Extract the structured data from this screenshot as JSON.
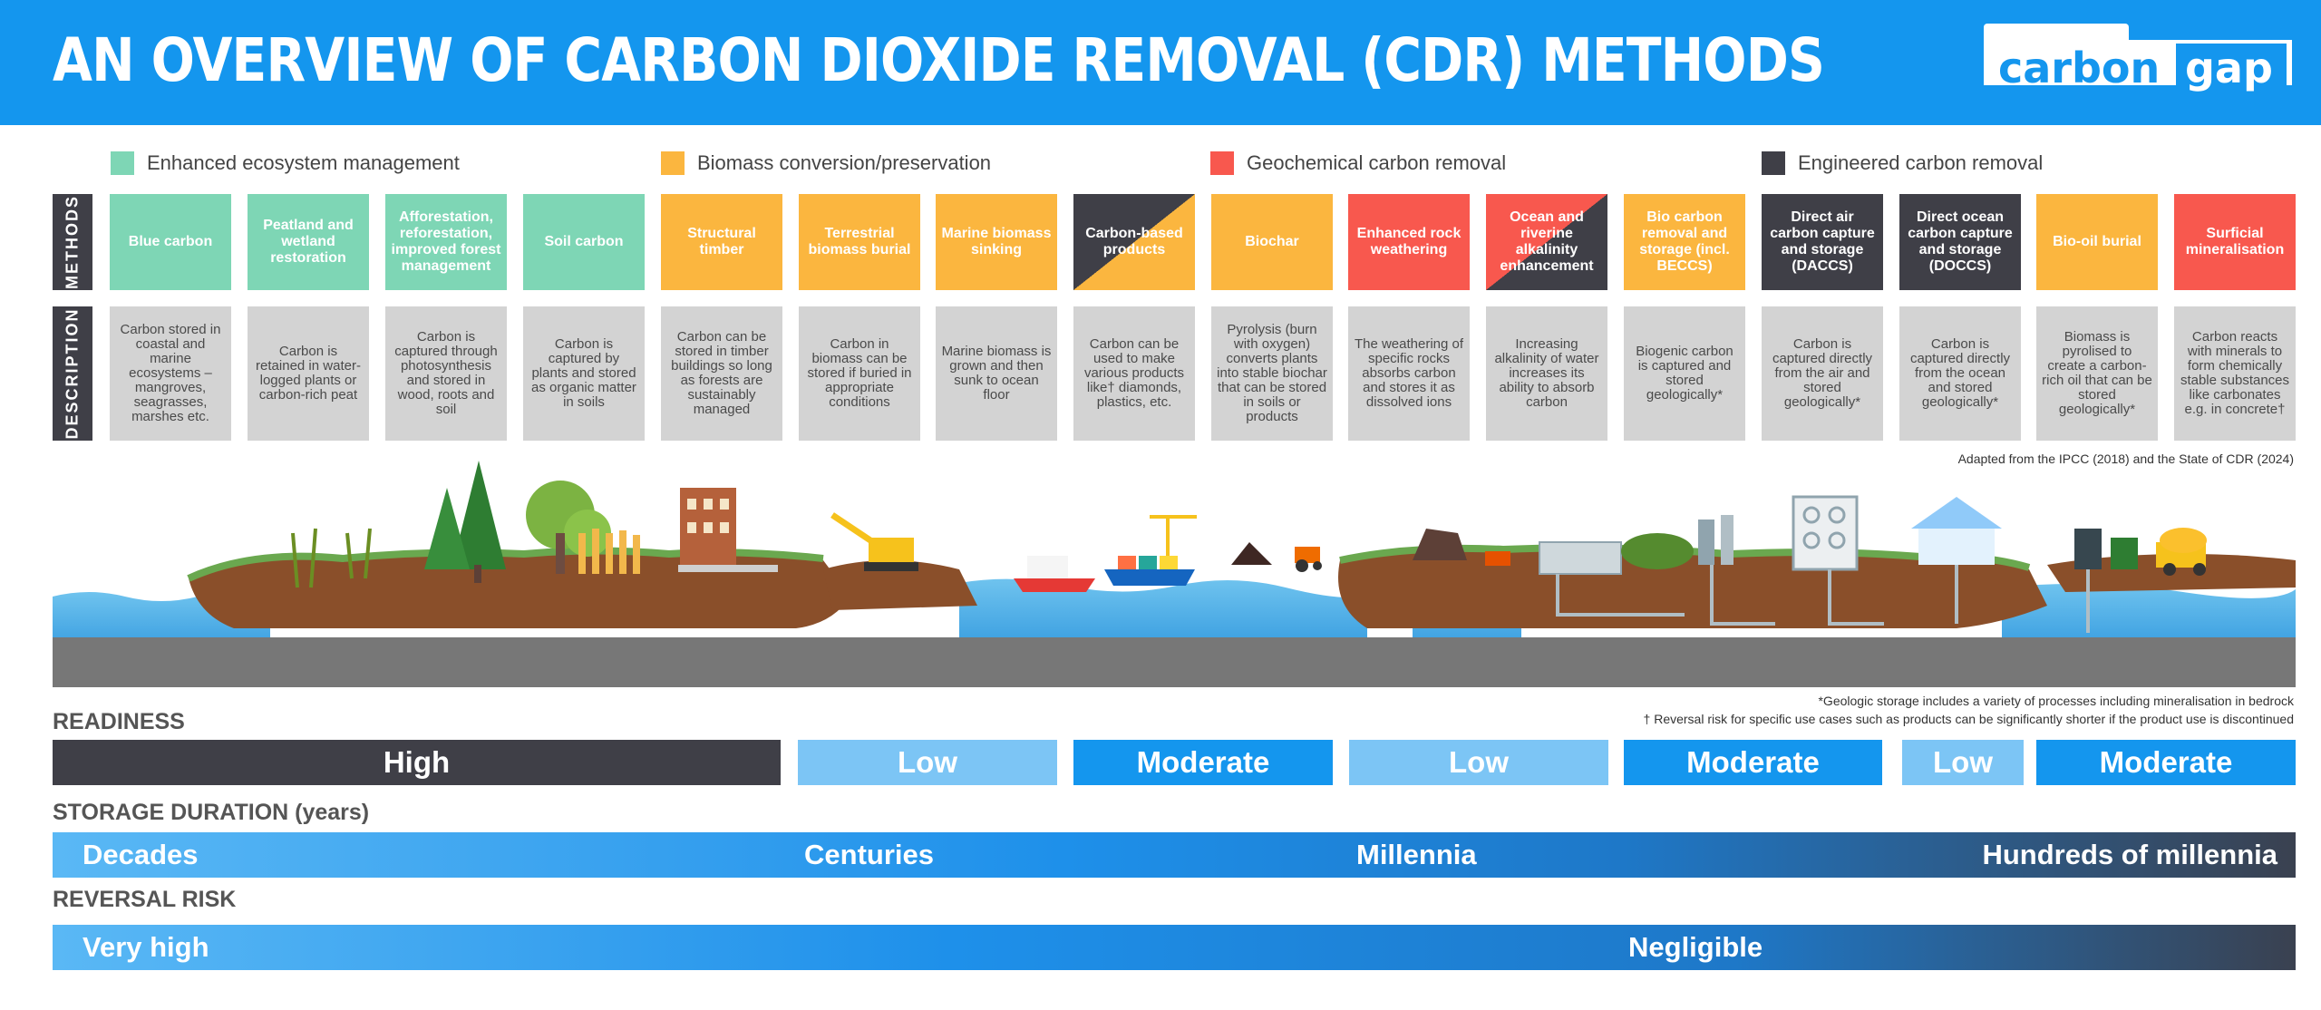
{
  "header": {
    "title": "AN OVERVIEW OF CARBON DIOXIDE REMOVAL (CDR) METHODS",
    "bg": "#1496ee"
  },
  "logo": {
    "word1": "carbon",
    "word2": "gap"
  },
  "legend": [
    {
      "label": "Enhanced ecosystem management",
      "color": "#7ed6b5"
    },
    {
      "label": "Biomass conversion/preservation",
      "color": "#fbb63f"
    },
    {
      "label": "Geochemical carbon removal",
      "color": "#f8584e"
    },
    {
      "label": "Engineered carbon removal",
      "color": "#3f3f47"
    }
  ],
  "side_labels": {
    "methods": "METHODS",
    "description": "DESCRIPTION"
  },
  "methods": [
    {
      "name": "Blue carbon",
      "desc": "Carbon stored in coastal and marine ecosystems – mangroves, seagrasses, marshes etc.",
      "color": "#7ed6b5"
    },
    {
      "name": "Peatland and wetland restoration",
      "desc": "Carbon is retained in water-logged plants or carbon-rich peat",
      "color": "#7ed6b5"
    },
    {
      "name": "Afforestation, reforestation, improved forest management",
      "desc": "Carbon is captured through photosynthesis and stored in wood, roots and soil",
      "color": "#7ed6b5"
    },
    {
      "name": "Soil carbon",
      "desc": "Carbon is captured by plants and stored as organic matter in soils",
      "color": "#7ed6b5"
    },
    {
      "name": "Structural timber",
      "desc": "Carbon can be stored in timber buildings so long as forests are sustainably managed",
      "color": "#fbb63f"
    },
    {
      "name": "Terrestrial biomass burial",
      "desc": "Carbon in biomass can be stored if buried in appropriate conditions",
      "color": "#fbb63f"
    },
    {
      "name": "Marine biomass sinking",
      "desc": "Marine biomass is grown and then sunk to ocean floor",
      "color": "#fbb63f"
    },
    {
      "name": "Carbon-based products",
      "desc": "Carbon can be used to make various products like† diamonds, plastics, etc.",
      "color": "#fbb63f",
      "color2": "#3f3f47"
    },
    {
      "name": "Biochar",
      "desc": "Pyrolysis (burn with oxygen) converts plants into stable biochar that can be stored in soils or products",
      "color": "#fbb63f"
    },
    {
      "name": "Enhanced rock weathering",
      "desc": "The weathering of specific rocks absorbs carbon and stores it as dissolved ions",
      "color": "#f8584e"
    },
    {
      "name": "Ocean and riverine alkalinity enhancement",
      "desc": "Increasing alkalinity of water increases its ability to absorb carbon",
      "color": "#f8584e",
      "color2": "#3f3f47"
    },
    {
      "name": "Bio carbon removal and storage (incl. BECCS)",
      "desc": "Biogenic carbon is captured and stored geologically*",
      "color": "#fbb63f"
    },
    {
      "name": "Direct air carbon capture and storage (DACCS)",
      "desc": "Carbon is captured directly from the air and stored geologically*",
      "color": "#3f3f47"
    },
    {
      "name": "Direct ocean carbon capture and storage (DOCCS)",
      "desc": "Carbon is captured directly from the ocean and stored geologically*",
      "color": "#3f3f47"
    },
    {
      "name": "Bio-oil burial",
      "desc": "Biomass is pyrolised to create a carbon-rich oil that can be stored geologically*",
      "color": "#fbb63f"
    },
    {
      "name": "Surficial mineralisation",
      "desc": "Carbon reacts with minerals to form chemically stable substances like carbonates e.g. in concrete†",
      "color": "#f8584e"
    }
  ],
  "notes": {
    "adapted": "Adapted from the IPCC (2018) and the State of CDR (2024)",
    "geologic": "*Geologic storage includes a variety of processes including mineralisation in bedrock",
    "reversal_note": "† Reversal risk for specific use cases such as products can be significantly shorter if the product use is discontinued"
  },
  "readiness": {
    "title": "READINESS",
    "bars": [
      {
        "label": "High",
        "color": "#3f3f47"
      },
      {
        "label": "Low",
        "color": "#7cc5f5"
      },
      {
        "label": "Moderate",
        "color": "#1496ee"
      },
      {
        "label": "Low",
        "color": "#7cc5f5"
      },
      {
        "label": "Moderate",
        "color": "#1496ee"
      },
      {
        "label": "Low",
        "color": "#7cc5f5"
      },
      {
        "label": "Moderate",
        "color": "#1496ee"
      }
    ]
  },
  "storage": {
    "title": "STORAGE DURATION (years)",
    "labels": [
      "Decades",
      "Centuries",
      "Millennia",
      "Hundreds of millennia"
    ]
  },
  "reversal": {
    "title": "REVERSAL RISK",
    "labels": [
      "Very high",
      "Negligible"
    ]
  }
}
